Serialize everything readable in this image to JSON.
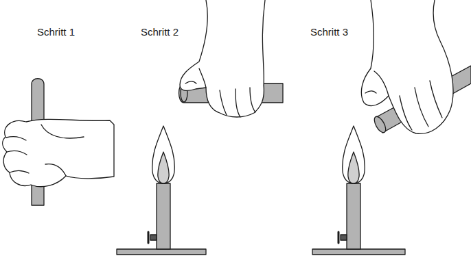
{
  "diagram": {
    "labels": [
      "Schritt 1",
      "Schritt 2",
      "Schritt 3"
    ]
  }
}
